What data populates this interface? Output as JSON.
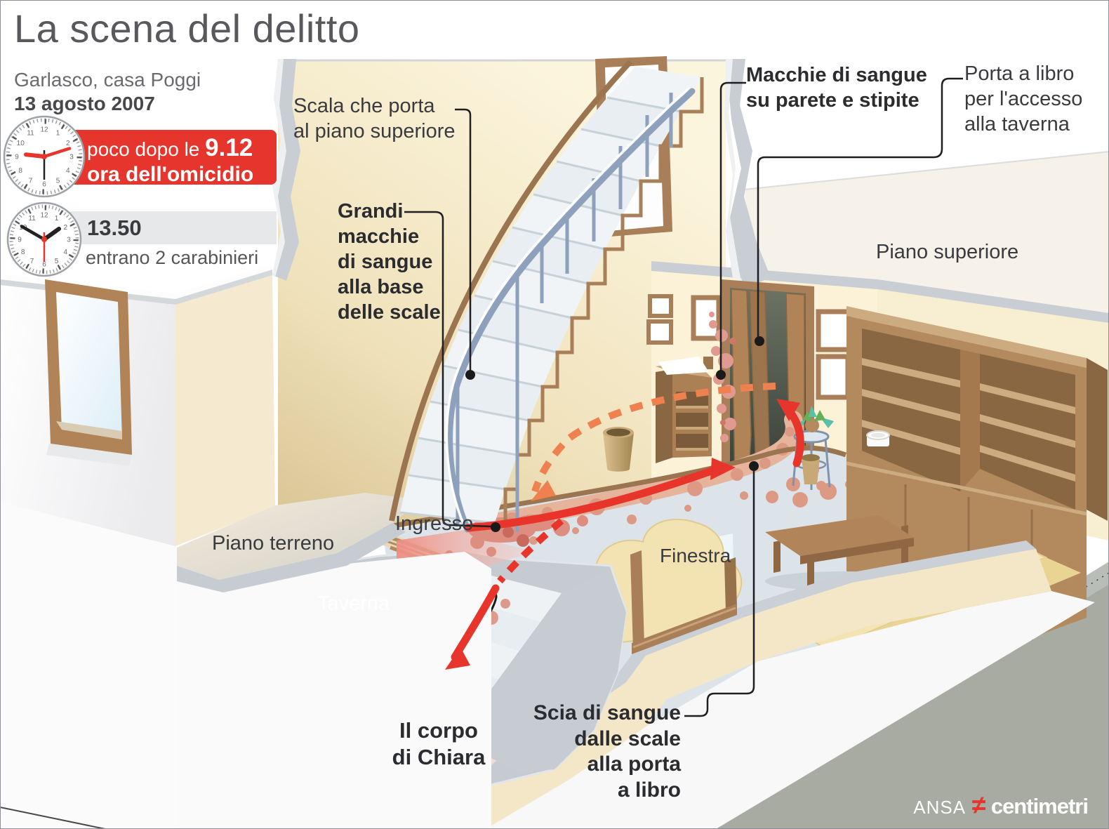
{
  "header": {
    "title": "La scena del delitto",
    "location": "Garlasco, casa Poggi",
    "date": "13 agosto 2007"
  },
  "timeline": {
    "murder": {
      "prefix": "poco dopo le ",
      "time": "9.12",
      "caption": "ora dell'omicidio"
    },
    "arrival": {
      "time": "13.50",
      "caption": "entrano 2 carabinieri"
    }
  },
  "clocks": {
    "numerals": [
      "12",
      "1",
      "2",
      "3",
      "4",
      "5",
      "6",
      "7",
      "8",
      "9",
      "10",
      "11"
    ],
    "murder_time": "9.12",
    "arrival_time": "13.50"
  },
  "annotations": {
    "stairs": "Scala che porta\nal piano superiore",
    "blood_base": "Grandi\nmacchie\ndi sangue\nalla base\ndelle scale",
    "blood_wall": "Macchie di sangue\nsu parete e stipite",
    "folding_door": "Porta a libro\nper l'accesso\nalla taverna",
    "upper_floor": "Piano superiore",
    "ground_floor": "Piano terreno",
    "entrance": "Ingresso",
    "tavern": "Taverna",
    "window": "Finestra",
    "body": "Il corpo\ndi Chiara",
    "blood_trail": "Scia di sangue\ndalle scale\nalla porta\na libro"
  },
  "credit": {
    "agency": "ANSA",
    "symbol": "≠",
    "brand": "centimetri"
  },
  "colors": {
    "accent_red": "#e5352c",
    "arrow_orange": "#ef8050",
    "blood": "#dd8e81",
    "blood_dark": "#c96a5e",
    "blood_trail": "#e6b49a",
    "wall_cream": "#f6ebcf",
    "trim_brown": "#a87f58",
    "furniture_brown": "#b3895e",
    "floor_gray_blue": "#dce4ea",
    "railing_blue": "#8ea1bc",
    "tavern_wall": "#b2a58a",
    "ground_gray": "#a8aba1",
    "title_gray": "#59595d"
  }
}
